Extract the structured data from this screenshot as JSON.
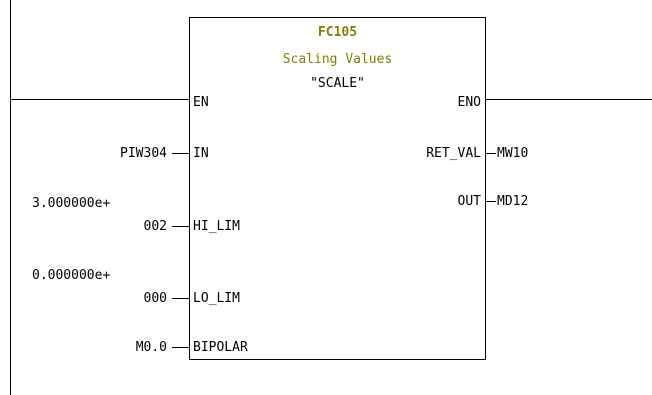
{
  "block": {
    "id": "FC105",
    "description": "Scaling Values",
    "symbol": "\"SCALE\""
  },
  "pins": {
    "inputs": [
      {
        "name": "EN",
        "operand": ""
      },
      {
        "name": "IN",
        "operand": "PIW304"
      },
      {
        "name": "HI_LIM",
        "operand_line1": "3.000000e+",
        "operand_line2": "002"
      },
      {
        "name": "LO_LIM",
        "operand_line1": "0.000000e+",
        "operand_line2": "000"
      },
      {
        "name": "BIPOLAR",
        "operand": "M0.0"
      }
    ],
    "outputs": [
      {
        "name": "ENO",
        "operand": ""
      },
      {
        "name": "RET_VAL",
        "operand": "MW10"
      },
      {
        "name": "OUT",
        "operand": "MD12"
      }
    ]
  },
  "colors": {
    "title": "#7f7f00",
    "line": "#000000",
    "background": "#ffffff"
  }
}
